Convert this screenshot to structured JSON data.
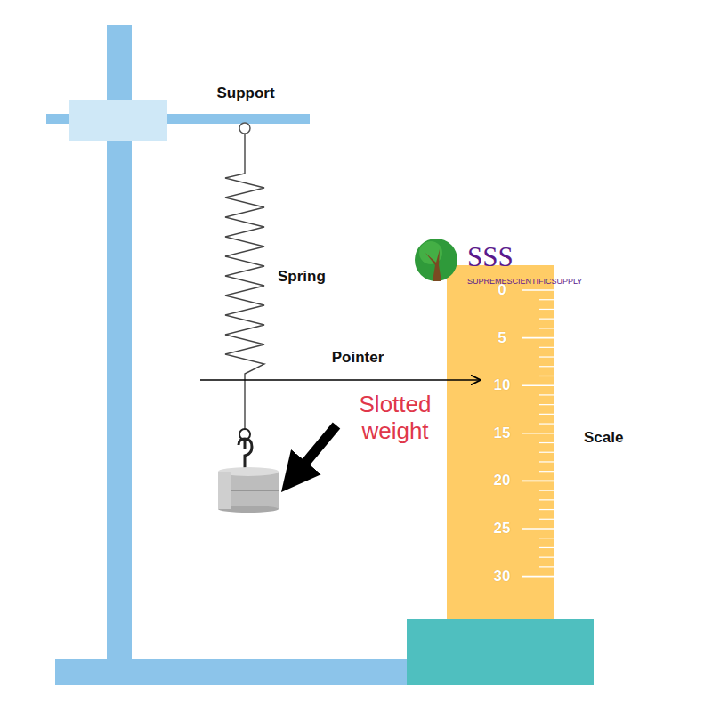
{
  "diagram": {
    "nodes": [
      {
        "text": [
          "0",
          "5",
          "10",
          "15",
          "20",
          "25",
          "30"
        ]
      }
    ],
    "labels": [
      "Support",
      "SSS",
      "SUPREMESCIENTIFICSUPPLY",
      "Spring",
      "Pointer",
      "Slotted weight",
      "Scale"
    ]
  }
}
